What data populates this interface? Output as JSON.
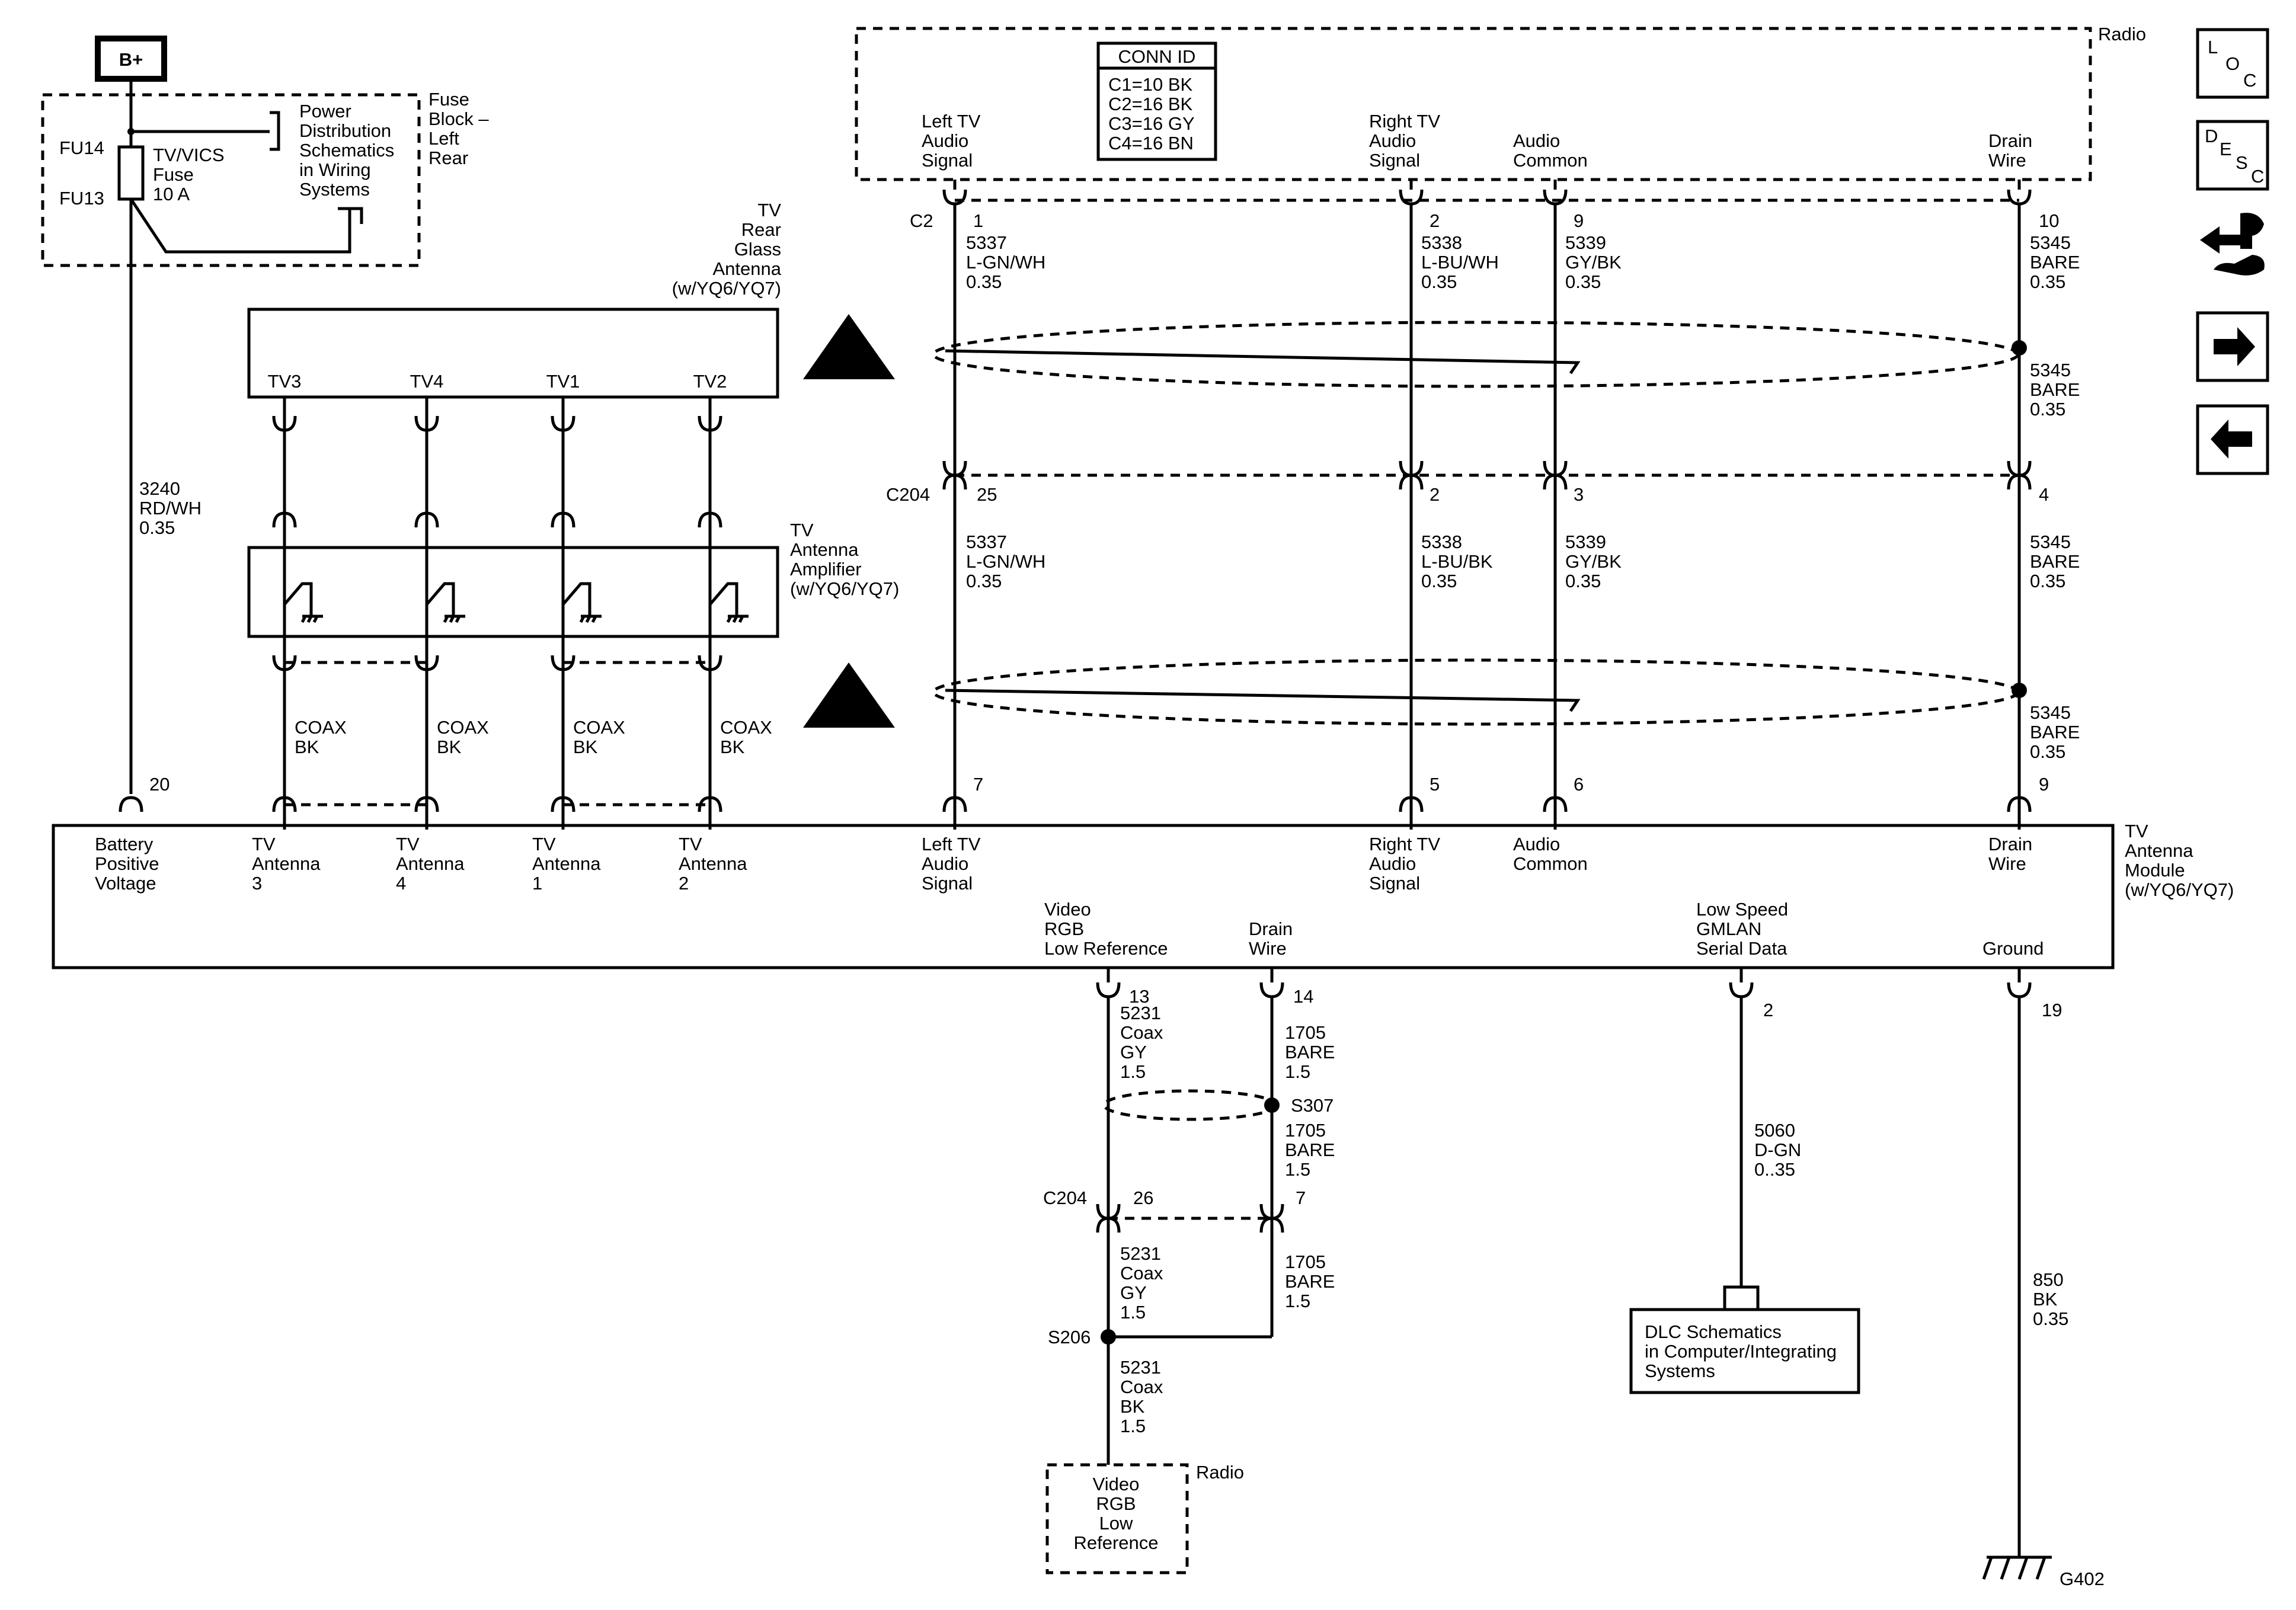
{
  "diagram": {
    "battery": {
      "label": "B+"
    },
    "fuse_block": {
      "title": [
        "Fuse",
        "Block –",
        "Left",
        "Rear"
      ],
      "fu14": "FU14",
      "fu13": "FU13",
      "fuse": [
        "TV/VICS",
        "Fuse",
        "10 A"
      ],
      "power_dist": [
        "Power",
        "Distribution",
        "Schematics",
        "in Wiring",
        "Systems"
      ]
    },
    "wire_3240": [
      "3240",
      "RD/WH",
      "0.35"
    ],
    "rear_glass_antenna": {
      "title": [
        "TV",
        "Rear",
        "Glass",
        "Antenna",
        "(w/YQ6/YQ7)"
      ],
      "pins": [
        "TV3",
        "TV4",
        "TV1",
        "TV2"
      ]
    },
    "antenna_amplifier": {
      "title": [
        "TV",
        "Antenna",
        "Amplifier",
        "(w/YQ6/YQ7)"
      ]
    },
    "coax_labels": [
      "COAX",
      "BK"
    ],
    "radio": {
      "title": "Radio",
      "conn_id": {
        "header": "CONN ID",
        "lines": [
          "C1=10 BK",
          "C2=16 BK",
          "C3=16 GY",
          "C4=16 BN"
        ]
      },
      "pins": [
        {
          "label": [
            "Left TV",
            "Audio",
            "Signal"
          ],
          "num": "1"
        },
        {
          "label": [
            "Right TV",
            "Audio",
            "Signal"
          ],
          "num": "2"
        },
        {
          "label": [
            "Audio",
            "Common"
          ],
          "num": "9"
        },
        {
          "label": [
            "Drain",
            "Wire"
          ],
          "num": "10"
        }
      ],
      "connector": "C2"
    },
    "wires_upper": [
      [
        "5337",
        "L-GN/WH",
        "0.35"
      ],
      [
        "5338",
        "L-BU/WH",
        "0.35"
      ],
      [
        "5339",
        "GY/BK",
        "0.35"
      ],
      [
        "5345",
        "BARE",
        "0.35"
      ]
    ],
    "drain_upper_2": [
      "5345",
      "BARE",
      "0.35"
    ],
    "c204": {
      "name": "C204",
      "pins": [
        "25",
        "2",
        "3",
        "4"
      ]
    },
    "wires_mid": [
      [
        "5337",
        "L-GN/WH",
        "0.35"
      ],
      [
        "5338",
        "L-BU/BK",
        "0.35"
      ],
      [
        "5339",
        "GY/BK",
        "0.35"
      ],
      [
        "5345",
        "BARE",
        "0.35"
      ]
    ],
    "drain_mid_2": [
      "5345",
      "BARE",
      "0.35"
    ],
    "module": {
      "title": [
        "TV",
        "Antenna",
        "Module",
        "(w/YQ6/YQ7)"
      ],
      "top_pins": [
        {
          "label": [
            "Battery",
            "Positive",
            "Voltage"
          ],
          "num": "20"
        },
        {
          "label": [
            "TV",
            "Antenna",
            "3"
          ]
        },
        {
          "label": [
            "TV",
            "Antenna",
            "4"
          ]
        },
        {
          "label": [
            "TV",
            "Antenna",
            "1"
          ]
        },
        {
          "label": [
            "TV",
            "Antenna",
            "2"
          ]
        },
        {
          "label": [
            "Left TV",
            "Audio",
            "Signal"
          ],
          "num": "7"
        },
        {
          "label": [
            "Right TV",
            "Audio",
            "Signal"
          ],
          "num": "5"
        },
        {
          "label": [
            "Audio",
            "Common"
          ],
          "num": "6"
        },
        {
          "label": [
            "Drain",
            "Wire"
          ],
          "num": "9"
        }
      ],
      "bottom_pins": [
        {
          "label": [
            "Video",
            "RGB",
            "Low Reference"
          ],
          "num": "13"
        },
        {
          "label": [
            "Drain",
            "Wire"
          ],
          "num": "14"
        },
        {
          "label": [
            "Low Speed",
            "GMLAN",
            "Serial Data"
          ],
          "num": "2"
        },
        {
          "label": [
            "Ground"
          ],
          "num": "19"
        }
      ]
    },
    "wire_5231_a": [
      "5231",
      "Coax",
      "GY",
      "1.5"
    ],
    "wire_1705_a": [
      "1705",
      "BARE",
      "1.5"
    ],
    "s307": "S307",
    "wire_1705_b": [
      "1705",
      "BARE",
      "1.5"
    ],
    "c204_lower": {
      "name": "C204",
      "pins": [
        "26",
        "7"
      ]
    },
    "wire_5231_b": [
      "5231",
      "Coax",
      "GY",
      "1.5"
    ],
    "wire_1705_c": [
      "1705",
      "BARE",
      "1.5"
    ],
    "s206": "S206",
    "wire_5231_c": [
      "5231",
      "Coax",
      "BK",
      "1.5"
    ],
    "radio_lower": {
      "title": "Radio",
      "label": [
        "Video",
        "RGB",
        "Low",
        "Reference"
      ]
    },
    "wire_5060": [
      "5060",
      "D-GN",
      "0..35"
    ],
    "dlc": [
      "DLC Schematics",
      "in Computer/Integrating",
      "Systems"
    ],
    "wire_850": [
      "850",
      "BK",
      "0.35"
    ],
    "ground": "G402"
  },
  "nav": {
    "loc": [
      "L",
      "O",
      "C"
    ],
    "desc": [
      "D",
      "E",
      "S",
      "C"
    ]
  }
}
